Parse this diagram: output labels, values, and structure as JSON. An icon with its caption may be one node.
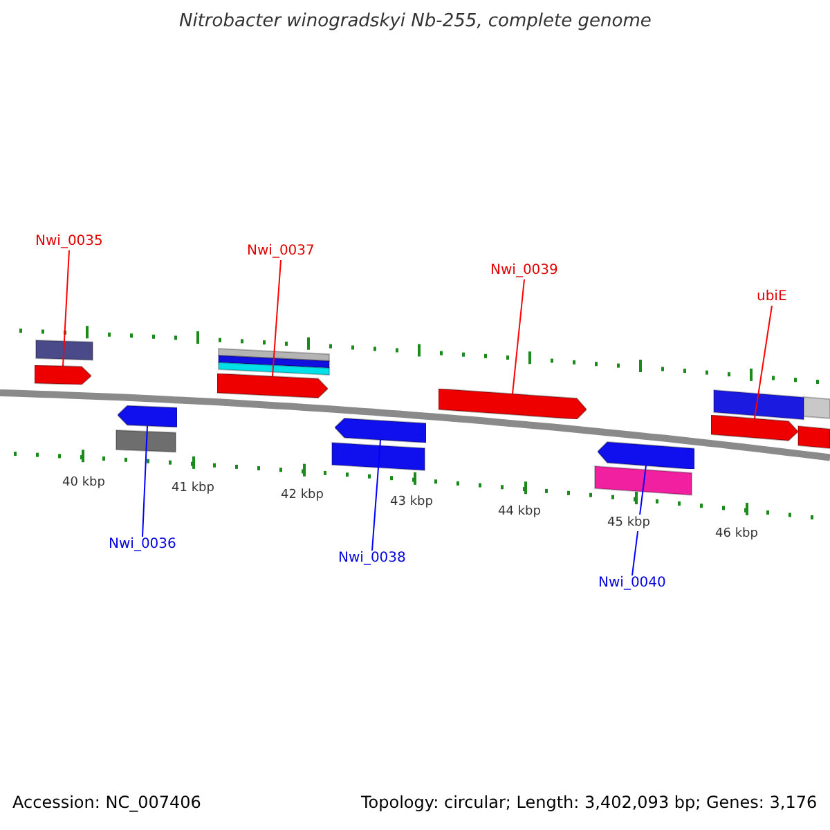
{
  "diagram": {
    "title": "Nitrobacter winogradskyi Nb-255, complete genome",
    "nodes": [
      {
        "text": [
          "Nwi_0035"
        ]
      },
      {
        "text": [],
        "shape": "arrow"
      },
      {
        "text": [
          "Nwi_0036"
        ]
      },
      {
        "text": [],
        "shape": "arrow"
      },
      {
        "text": [
          "Nwi_0037"
        ]
      },
      {
        "text": [],
        "shape": "arrow"
      },
      {
        "text": [
          "Nwi_0038"
        ]
      },
      {
        "text": [],
        "shape": "arrow"
      },
      {
        "text": [
          "Nwi_0039"
        ]
      },
      {
        "text": [],
        "shape": "arrow"
      },
      {
        "text": [
          "Nwi_0040"
        ]
      },
      {
        "text": [],
        "shape": "arrow"
      },
      {
        "text": [
          "ubiE"
        ]
      },
      {
        "text": [],
        "shape": "arrow"
      }
    ],
    "edges": [
      {
        "from": 0,
        "to": 1,
        "arrow": "none"
      },
      {
        "from": 2,
        "to": 3,
        "arrow": "none",
        "color": "#0000ff"
      },
      {
        "from": 4,
        "to": 5,
        "arrow": "none"
      },
      {
        "from": 6,
        "to": 7,
        "arrow": "none",
        "color": "#0000ff"
      },
      {
        "from": 8,
        "to": 9,
        "arrow": "none"
      },
      {
        "from": 10,
        "to": 11,
        "arrow": "none",
        "color": "#0000ff"
      },
      {
        "from": 12,
        "to": 13,
        "arrow": "none"
      }
    ],
    "labels": [
      "40 kbp",
      "41 kbp",
      "42 kbp",
      "43 kbp",
      "44 kbp",
      "45 kbp",
      "46 kbp",
      "Accession: NC_007406",
      "Topology: circular; Length: 3,402,093 bp; Genes: 3,176"
    ]
  }
}
